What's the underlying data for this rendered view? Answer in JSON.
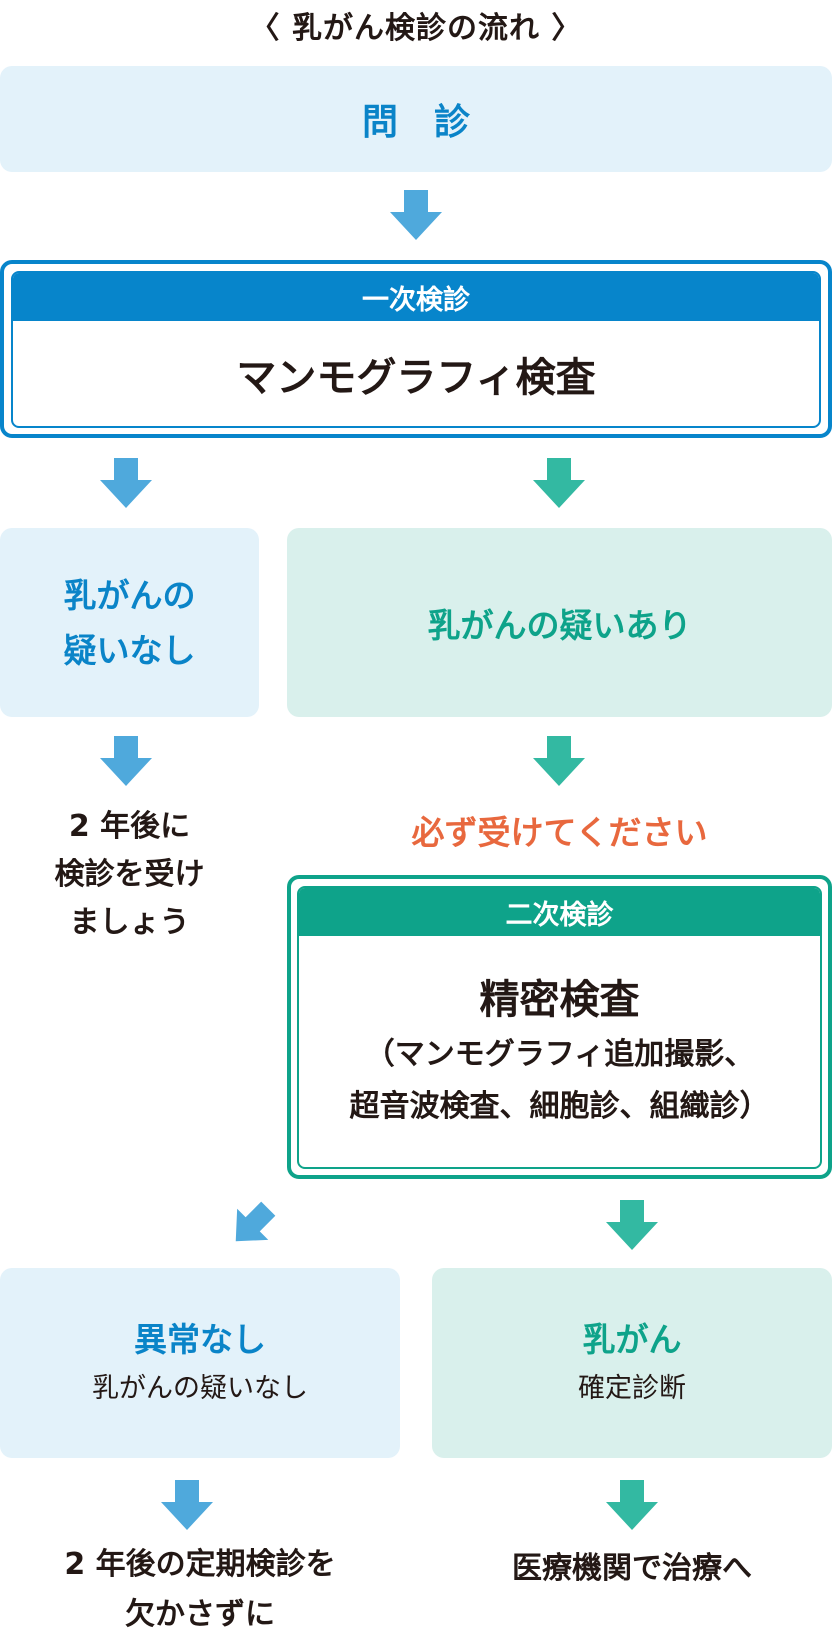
{
  "title": "〈 乳がん検診の流れ 〉",
  "colors": {
    "blue": "#0785cb",
    "blue_text": "#0a84c8",
    "blue_light_bg": "#e3f2fa",
    "blue_arrow": "#4fa9dc",
    "green": "#0ea38a",
    "green_light_bg": "#d9f0ec",
    "green_arrow": "#33b9a2",
    "orange": "#e8683e",
    "dark_text": "#231815"
  },
  "steps": {
    "interview": "問診",
    "primary": {
      "header": "一次検診",
      "body": "マンモグラフィ検査"
    },
    "no_suspicion": {
      "line1": "乳がんの",
      "line2": "疑いなし"
    },
    "suspicion": "乳がんの疑いあり",
    "no_suspicion_next": {
      "line1": "2 年後に",
      "line2": "検診を受け",
      "line3": "ましょう"
    },
    "must_take": "必ず受けてください",
    "secondary": {
      "header": "二次検診",
      "title": "精密検査",
      "detail_line1": "（マンモグラフィ追加撮影、",
      "detail_line2": "超音波検査、細胞診、組織診）"
    },
    "normal": {
      "title": "異常なし",
      "subtitle": "乳がんの疑いなし"
    },
    "cancer": {
      "title": "乳がん",
      "subtitle": "確定診断"
    },
    "normal_next": {
      "line1": "2 年後の定期検診を",
      "line2": "欠かさずに"
    },
    "cancer_next": "医療機関で治療へ"
  },
  "arrows": [
    {
      "name": "arrow-interview-to-primary",
      "color": "blue",
      "direction": "down"
    },
    {
      "name": "arrow-primary-to-no-suspicion",
      "color": "blue",
      "direction": "down"
    },
    {
      "name": "arrow-primary-to-suspicion",
      "color": "green",
      "direction": "down"
    },
    {
      "name": "arrow-no-suspicion-to-note",
      "color": "blue",
      "direction": "down"
    },
    {
      "name": "arrow-suspicion-to-must",
      "color": "green",
      "direction": "down"
    },
    {
      "name": "arrow-secondary-to-normal",
      "color": "blue",
      "direction": "down-left"
    },
    {
      "name": "arrow-secondary-to-cancer",
      "color": "green",
      "direction": "down"
    },
    {
      "name": "arrow-normal-to-next",
      "color": "blue",
      "direction": "down"
    },
    {
      "name": "arrow-cancer-to-next",
      "color": "green",
      "direction": "down"
    }
  ]
}
